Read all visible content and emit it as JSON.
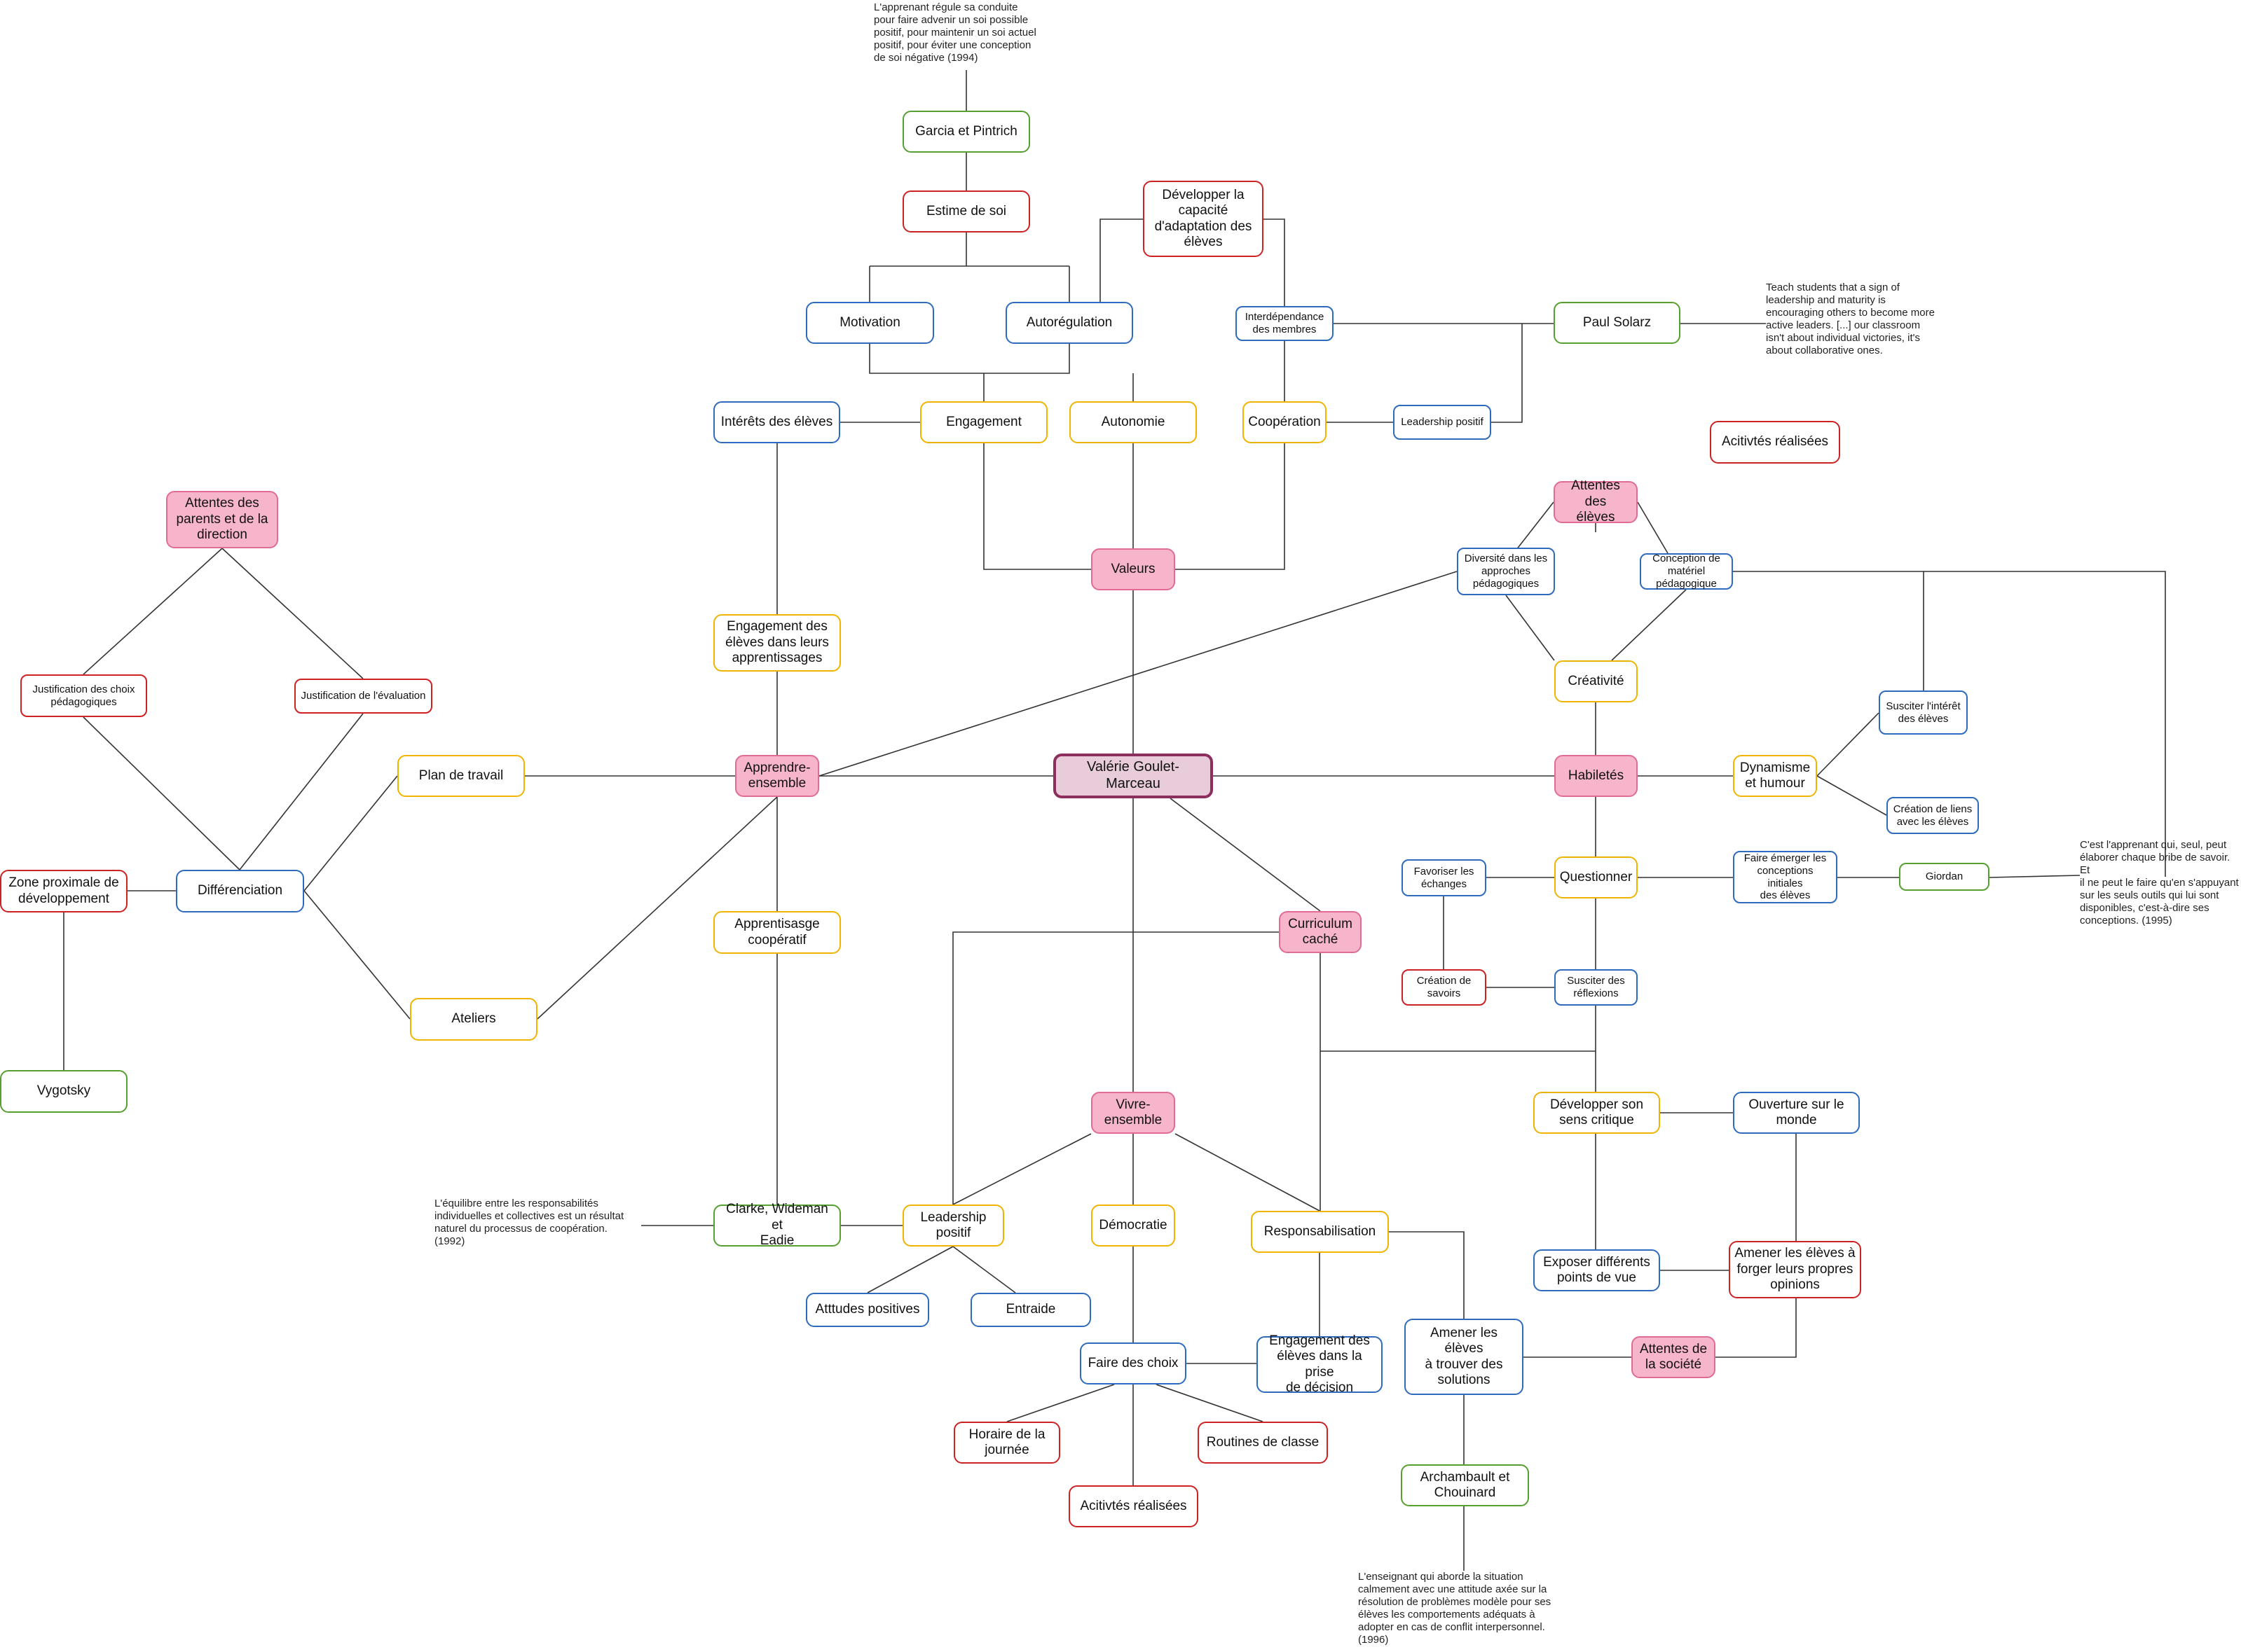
{
  "colors": {
    "blue": "#2e6bbd",
    "red": "#cc2222",
    "green": "#55a030",
    "yellow": "#f0b400",
    "pink": "#f7b5cb",
    "center": "#e8ccd9",
    "line": "#333333"
  },
  "nodes": {
    "center": "Valérie Goulet-Marceau",
    "valeurs": "Valeurs",
    "engagement": "Engagement",
    "autonomie": "Autonomie",
    "cooperation": "Coopération",
    "interets": "Intérêts des élèves",
    "motivation": "Motivation",
    "autoregulation": "Autorégulation",
    "estime": "Estime de soi",
    "garcia": "Garcia et Pintrich",
    "developper_adaptation": "Développer la\ncapacité\nd'adaptation des\nélèves",
    "interdependance": "Interdépendance\ndes membres",
    "leadership_positif_sm": "Leadership positif",
    "paul_solarz": "Paul Solarz",
    "activites_legend": "Acitivtés réalisées",
    "attentes_parents": "Attentes des\nparents et de la\ndirection",
    "justif_choix": "Justification des choix\npédagogiques",
    "justif_eval": "Justification de l'évaluation",
    "differenciation": "Différenciation",
    "zpd": "Zone proximale de\ndéveloppement",
    "vygotsky": "Vygotsky",
    "plan_travail": "Plan de travail",
    "ateliers": "Ateliers",
    "engagement_apprentissages": "Engagement des\nélèves dans leurs\napprentissages",
    "apprendre_ensemble": "Apprendre-\nensemble",
    "apprentissage_coop": "Apprentisasge\ncoopératif",
    "clarke": "Clarke, Wideman et\nEadie",
    "leadership_positif": "Leadership\npositif",
    "attitudes": "Atttudes positives",
    "entraide": "Entraide",
    "vivre_ensemble": "Vivre-\nensemble",
    "democratie": "Démocratie",
    "responsabilisation": "Responsabilisation",
    "faire_choix": "Faire des choix",
    "engagement_decision": "Engagement des\nélèves dans la prise\nde décision",
    "horaire": "Horaire de la\njournée",
    "routines": "Routines de classe",
    "activites_realisees": "Acitivtés réalisées",
    "curriculum": "Curriculum\ncaché",
    "amener_solutions": "Amener les élèves\nà trouver des\nsolutions",
    "attentes_societe": "Attentes de\nla société",
    "archambault": "Archambault et\nChouinard",
    "attentes_eleves": "Attentes des\nélèves",
    "diversite": "Diversité dans les\napproches\npédagogiques",
    "conception_materiel": "Conception de\nmatériel\npédagogique",
    "creativite": "Créativité",
    "habiletes": "Habiletés",
    "dynamisme": "Dynamisme\net humour",
    "susciter_interet": "Susciter l'intérêt\ndes élèves",
    "creation_liens": "Création de liens\navec les élèves",
    "questionner": "Questionner",
    "favoriser_echanges": "Favoriser les\néchanges",
    "faire_emerger": "Faire émerger les\nconceptions initiales\ndes élèves",
    "giordan": "Giordan",
    "creation_savoirs": "Création de\nsavoirs",
    "susciter_reflexions": "Susciter des\nréflexions",
    "sens_critique": "Développer son\nsens critique",
    "ouverture": "Ouverture sur le\nmonde",
    "exposer": "Exposer différents\npoints de vue",
    "forger": "Amener les élèves à\nforger leurs propres\nopinions"
  },
  "notes": {
    "garcia_quote": "L'apprenant  régule sa conduite\npour faire advenir un soi possible\npositif, pour maintenir un soi actuel\npositif, pour éviter une conception\nde soi négative (1994)",
    "solarz_quote": "Teach students that a sign of\nleadership and maturity is\nencouraging others to become more\nactive leaders. [...] our classroom\nisn't about individual victories, it's\nabout collaborative ones.",
    "clarke_quote": "L'équilibre entre les responsabilités\nindividuelles et collectives est un résultat\nnaturel du processus de coopération.\n(1992)",
    "giordan_quote": "C'est l'apprenant qui, seul, peut\nélaborer chaque bribe de savoir. Et\nil ne peut le faire qu'en s'appuyant\nsur les seuls outils qui lui sont\ndisponibles, c'est-à-dire ses\nconceptions. (1995)",
    "archambault_quote": "L'enseignant qui aborde la situation\ncalmement avec une attitude axée sur la\nrésolution de problèmes modèle pour ses\nélèves les comportements adéquats à\nadopter en cas de conflit interpersonnel.\n(1996)"
  }
}
